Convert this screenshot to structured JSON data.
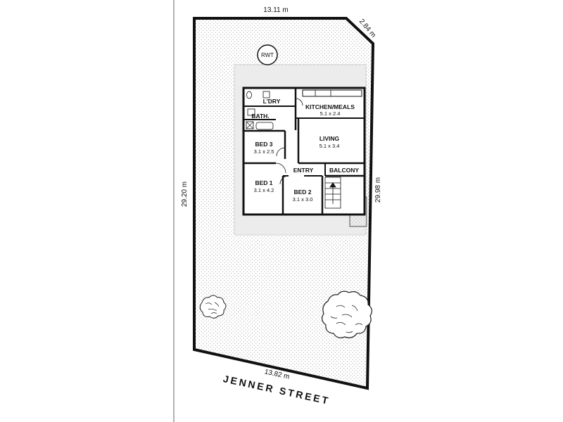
{
  "boundary": {
    "top": "13.11 m",
    "corner": "2.84 m",
    "left": "29.20 m",
    "right": "29.98 m",
    "bottom": "13.82 m"
  },
  "street": "JENNER STREET",
  "rwt": "RWT",
  "rooms": {
    "laundry": {
      "name": "L'DRY"
    },
    "kitchen": {
      "name": "KITCHEN/MEALS",
      "size": "5.1 x 2.4"
    },
    "bath": {
      "name": "BATH."
    },
    "living": {
      "name": "LIVING",
      "size": "5.1 x 3.4"
    },
    "bed3": {
      "name": "BED 3",
      "size": "3.1 x 2.5"
    },
    "entry": {
      "name": "ENTRY"
    },
    "balcony": {
      "name": "BALCONY"
    },
    "bed1": {
      "name": "BED 1",
      "size": "3.1 x 4.2"
    },
    "bed2": {
      "name": "BED 2",
      "size": "3.1 x 3.0"
    }
  },
  "colors": {
    "lot_fill": "#ffffff",
    "dots": "#9a9a9a",
    "wall": "#111111",
    "verandah": "#ececec"
  }
}
